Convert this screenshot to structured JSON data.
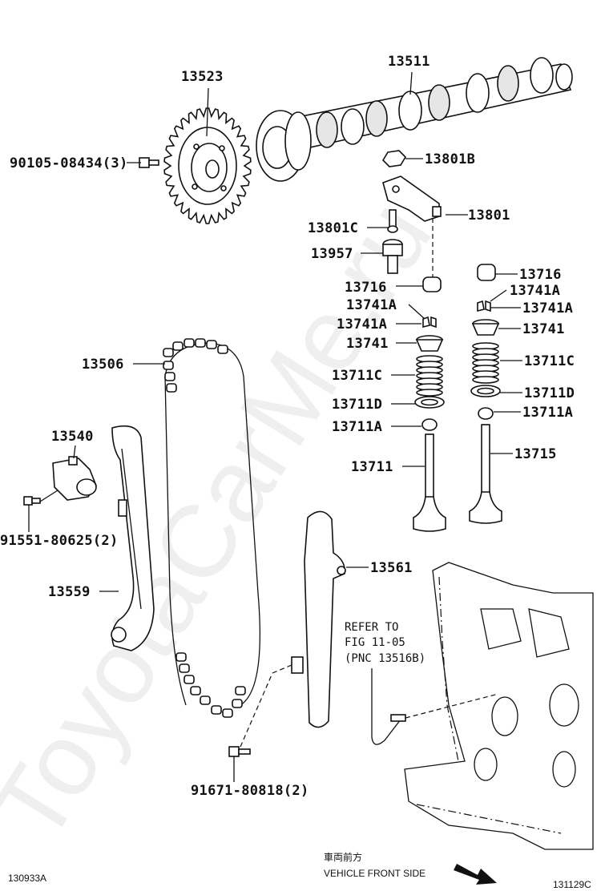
{
  "watermark": "ToyotaCarMe.ru",
  "callouts": {
    "p13523": "13523",
    "p13511": "13511",
    "p90105": "90105-08434(3)",
    "p13801B": "13801B",
    "p13801": "13801",
    "p13801C": "13801C",
    "p13957": "13957",
    "p13716_l": "13716",
    "p13716_r": "13716",
    "p13741A_l1": "13741A",
    "p13741A_l2": "13741A",
    "p13741A_r1": "13741A",
    "p13741A_r2": "13741A",
    "p13741_l": "13741",
    "p13741_r": "13741",
    "p13506": "13506",
    "p13711C_l": "13711C",
    "p13711C_r": "13711C",
    "p13711D_l": "13711D",
    "p13711D_r": "13711D",
    "p13711A_l": "13711A",
    "p13711A_r": "13711A",
    "p13540": "13540",
    "p13711": "13711",
    "p13715": "13715",
    "p91551": "91551-80625(2)",
    "p13561": "13561",
    "p13559": "13559",
    "p91671": "91671-80818(2)"
  },
  "refer": {
    "line1": "REFER TO",
    "line2": "FIG 11-05",
    "line3": "(PNC 13516B)"
  },
  "footer": {
    "fig_left": "130933A",
    "fig_right": "131129C",
    "front_jp": "車両前方",
    "front_en": "VEHICLE FRONT SIDE"
  }
}
